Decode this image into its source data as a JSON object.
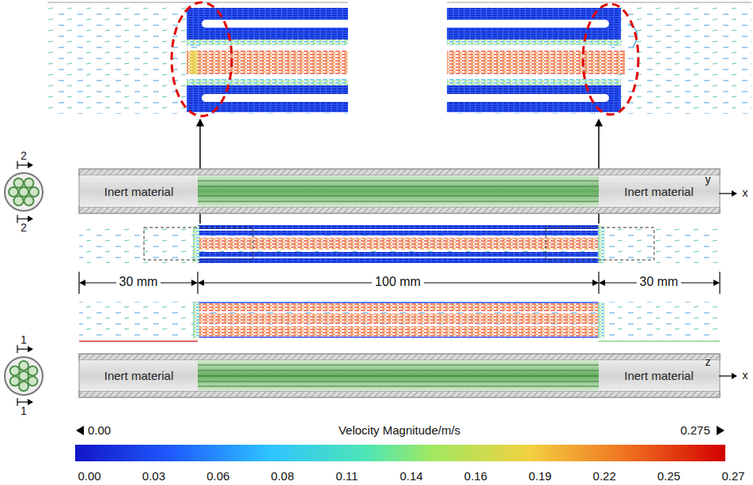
{
  "diagram": {
    "nodes": [
      {
        "text": [
          "Inert material"
        ]
      },
      {
        "text": [
          "Inert material"
        ]
      },
      {
        "text": [
          "Inert material"
        ]
      },
      {
        "text": [
          "Inert material"
        ]
      }
    ],
    "labels": [
      "2",
      "2",
      "y",
      "x",
      "30 mm",
      "100 mm",
      "30 mm",
      "1",
      "1",
      "z",
      "x",
      "0.00",
      "Velocity Magnitude/m/s",
      "0.275",
      "0.00",
      "0.03",
      "0.06",
      "0.08",
      "0.11",
      "0.14",
      "0.16",
      "0.19",
      "0.22",
      "0.25",
      "0.27"
    ]
  }
}
